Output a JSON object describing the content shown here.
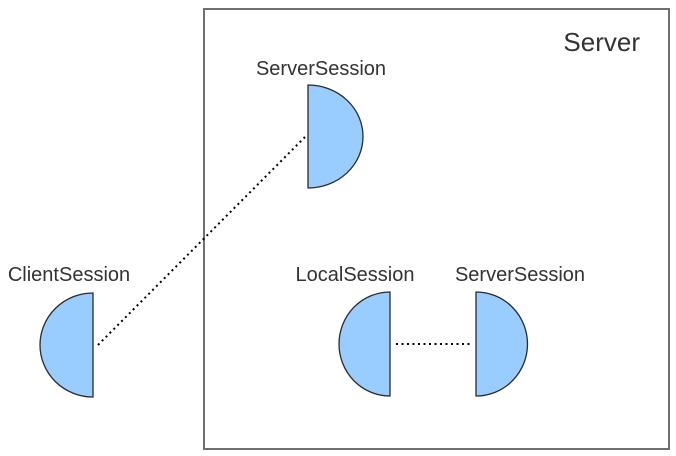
{
  "diagram": {
    "type": "component-session-diagram",
    "colors": {
      "background": "#ffffff",
      "node_fill": "#99ccff",
      "node_stroke": "#2b2b2b",
      "box_stroke": "#707070",
      "connector": "#000000",
      "label_text": "#333333"
    },
    "server_box": {
      "label": "Server"
    },
    "nodes": {
      "server_session_top": {
        "label": "ServerSession",
        "shape": "half-circle-facing-right",
        "inside_server_box": true
      },
      "client_session": {
        "label": "ClientSession",
        "shape": "half-circle-facing-left",
        "inside_server_box": false
      },
      "local_session": {
        "label": "LocalSession",
        "shape": "half-circle-facing-left",
        "inside_server_box": true
      },
      "server_session_bottom": {
        "label": "ServerSession",
        "shape": "half-circle-facing-right",
        "inside_server_box": true
      }
    },
    "connections": [
      {
        "from": "client_session",
        "to": "server_session_top",
        "style": "dotted"
      },
      {
        "from": "local_session",
        "to": "server_session_bottom",
        "style": "dotted"
      }
    ]
  }
}
